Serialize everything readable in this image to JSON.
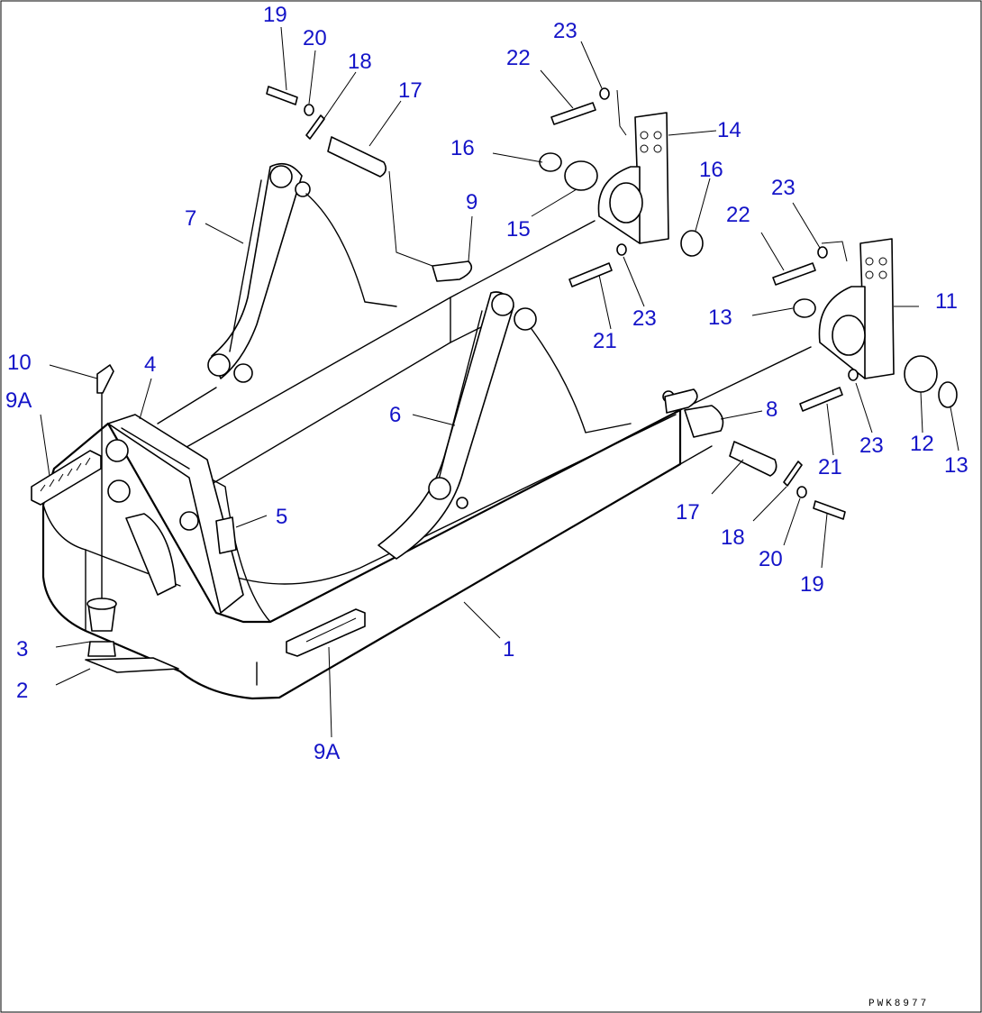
{
  "document_id": "PWK8977",
  "callouts": [
    {
      "id": "c-19-top",
      "label": "19"
    },
    {
      "id": "c-20-top",
      "label": "20"
    },
    {
      "id": "c-18-top",
      "label": "18"
    },
    {
      "id": "c-17-top",
      "label": "17"
    },
    {
      "id": "c-23-top",
      "label": "23"
    },
    {
      "id": "c-22-top",
      "label": "22"
    },
    {
      "id": "c-14",
      "label": "14"
    },
    {
      "id": "c-16-left",
      "label": "16"
    },
    {
      "id": "c-16-right",
      "label": "16"
    },
    {
      "id": "c-15",
      "label": "15"
    },
    {
      "id": "c-9",
      "label": "9"
    },
    {
      "id": "c-7",
      "label": "7"
    },
    {
      "id": "c-23-right",
      "label": "23"
    },
    {
      "id": "c-22-right",
      "label": "22"
    },
    {
      "id": "c-11",
      "label": "11"
    },
    {
      "id": "c-13-upper",
      "label": "13"
    },
    {
      "id": "c-21-upper",
      "label": "21"
    },
    {
      "id": "c-23-mid",
      "label": "23"
    },
    {
      "id": "c-10",
      "label": "10"
    },
    {
      "id": "c-4",
      "label": "4"
    },
    {
      "id": "c-9a-left",
      "label": "9A"
    },
    {
      "id": "c-6",
      "label": "6"
    },
    {
      "id": "c-8",
      "label": "8"
    },
    {
      "id": "c-21-lower",
      "label": "21"
    },
    {
      "id": "c-23-lower",
      "label": "23"
    },
    {
      "id": "c-12",
      "label": "12"
    },
    {
      "id": "c-13-lower",
      "label": "13"
    },
    {
      "id": "c-5",
      "label": "5"
    },
    {
      "id": "c-17-lower",
      "label": "17"
    },
    {
      "id": "c-18-lower",
      "label": "18"
    },
    {
      "id": "c-20-lower",
      "label": "20"
    },
    {
      "id": "c-19-lower",
      "label": "19"
    },
    {
      "id": "c-1",
      "label": "1"
    },
    {
      "id": "c-3",
      "label": "3"
    },
    {
      "id": "c-2",
      "label": "2"
    },
    {
      "id": "c-9a-bottom",
      "label": "9A"
    }
  ]
}
